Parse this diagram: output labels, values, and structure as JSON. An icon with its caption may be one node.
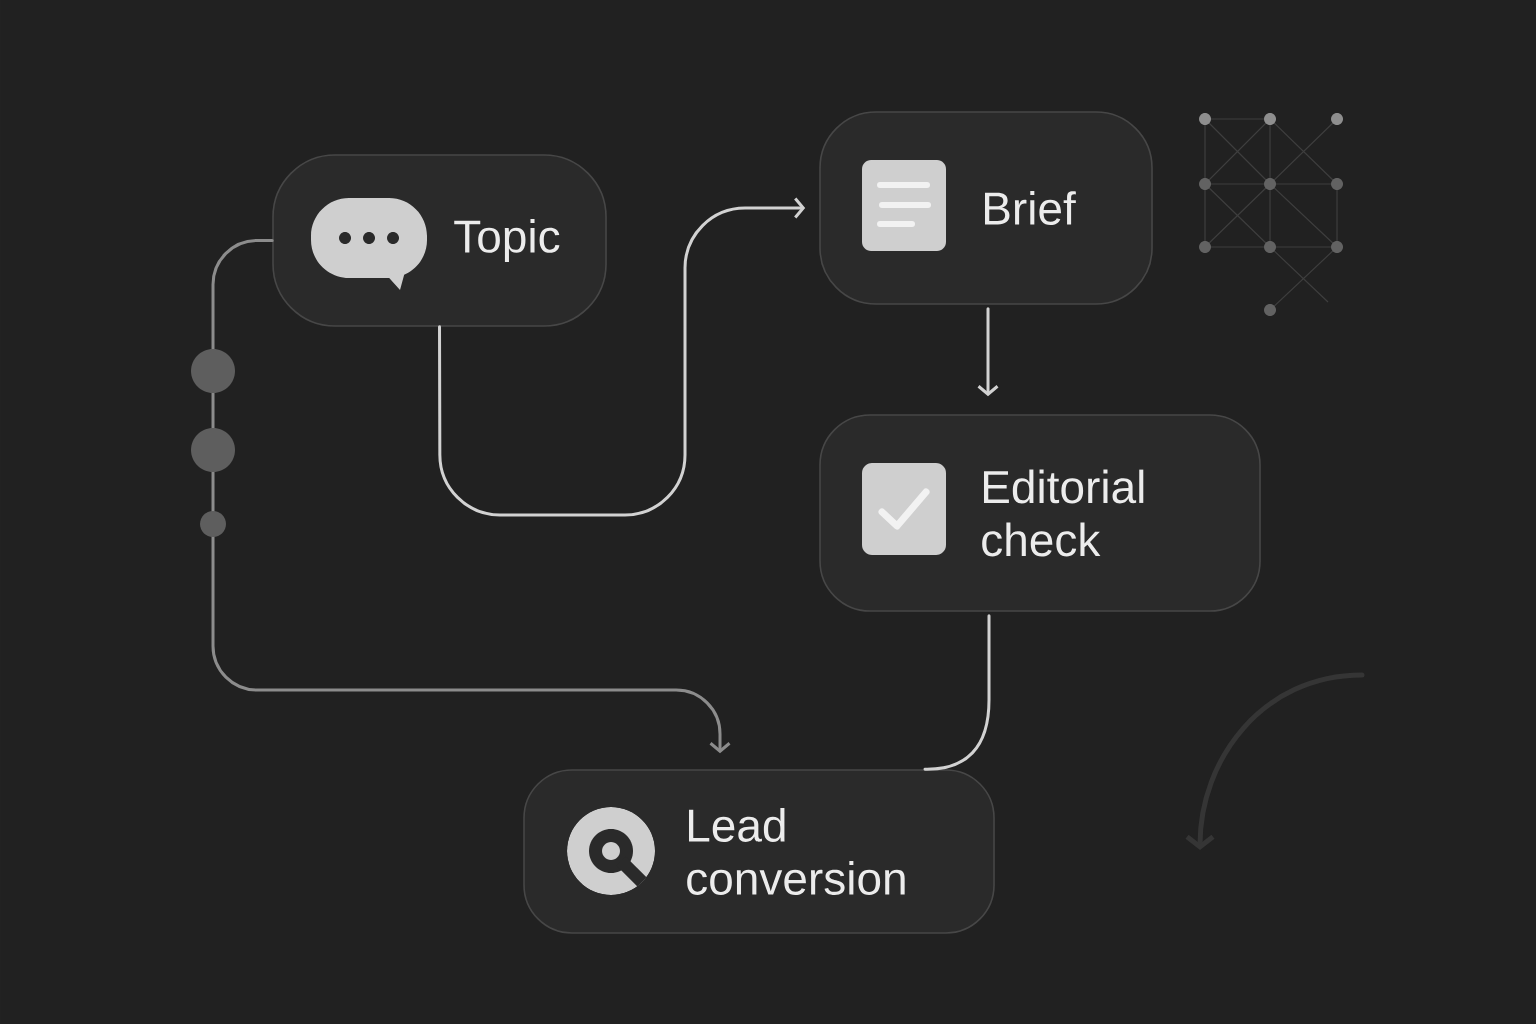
{
  "diagram": {
    "nodes": [
      {
        "text": [
          "Topic"
        ]
      },
      {
        "text": [
          "Brief"
        ]
      },
      {
        "text": [
          "Editorial check"
        ]
      },
      {
        "text": [
          "Lead conversion"
        ]
      }
    ],
    "edges": [
      {
        "from": 0,
        "to": 1,
        "arrow": "to"
      },
      {
        "from": 1,
        "to": 2,
        "arrow": "to"
      },
      {
        "from": 2,
        "to": 3,
        "arrow": "none"
      },
      {
        "from": 0,
        "to": 3,
        "arrow": "to",
        "color": "#8c8c8c"
      }
    ]
  }
}
